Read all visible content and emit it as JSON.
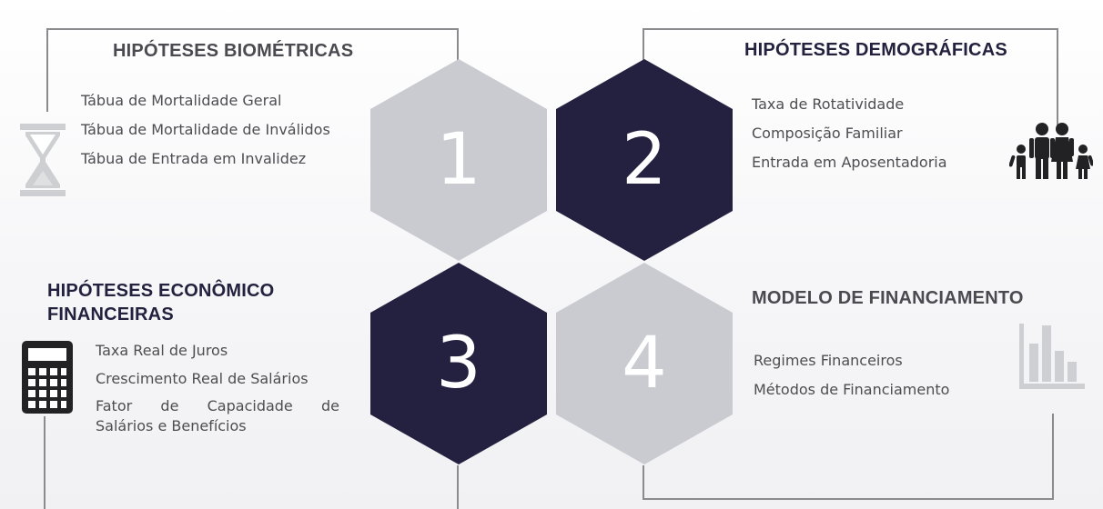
{
  "colors": {
    "navy": "#242040",
    "grey_hex": "#c9cbd0",
    "icon_light": "#cdcfd3",
    "icon_dark": "#222124",
    "frame": "#8b8b8f"
  },
  "hexagons": [
    {
      "number": "1",
      "fill": "#c9cbd0"
    },
    {
      "number": "2",
      "fill": "#242040"
    },
    {
      "number": "3",
      "fill": "#242040"
    },
    {
      "number": "4",
      "fill": "#c9cbd0"
    }
  ],
  "sections": {
    "biometricas": {
      "title": "HIPÓTESES BIOMÉTRICAS",
      "icon": "hourglass-icon",
      "items": [
        "Tábua de Mortalidade Geral",
        "Tábua de Mortalidade de Inválidos",
        "Tábua de Entrada em Invalidez"
      ]
    },
    "demograficas": {
      "title": "HIPÓTESES DEMOGRÁFICAS",
      "icon": "family-icon",
      "items": [
        "Taxa de Rotatividade",
        "Composição Familiar",
        "Entrada em Aposentadoria"
      ]
    },
    "economicas": {
      "title_line1": "HIPÓTESES ECONÔMICO",
      "title_line2": "FINANCEIRAS",
      "icon": "calculator-icon",
      "items": [
        "Taxa Real de Juros",
        "Crescimento Real de Salários",
        "Fator de Capacidade de",
        "Salários e Benefícios"
      ]
    },
    "financiamento": {
      "title": "MODELO DE FINANCIAMENTO",
      "icon": "bar-chart-icon",
      "items": [
        "Regimes Financeiros",
        "Métodos de Financiamento"
      ]
    }
  }
}
